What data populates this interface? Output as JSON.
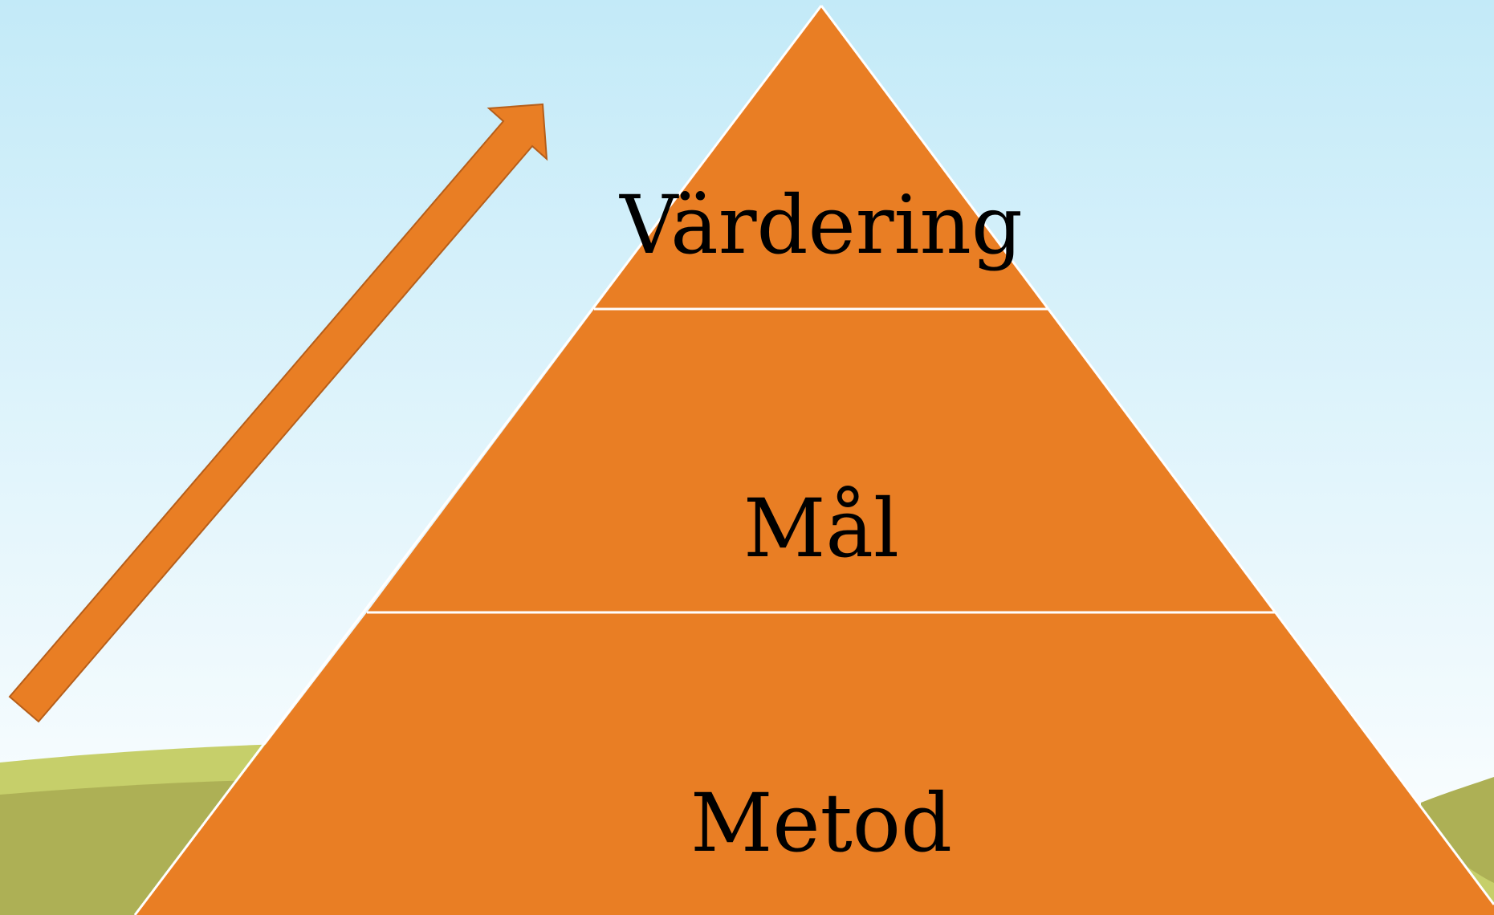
{
  "colors": {
    "sky_top": "#c3eaf8",
    "sky_bottom": "#ffffff",
    "hill_light": "#c6cf6a",
    "hill_dark": "#adb055",
    "pyramid_fill": "#e97e24",
    "divider": "#ffffff",
    "arrow_fill": "#e97e24",
    "arrow_stroke": "#b65e1a"
  },
  "pyramid": {
    "tiers": [
      {
        "label": "Värdering"
      },
      {
        "label": "Mål"
      },
      {
        "label": "Metod"
      }
    ]
  },
  "arrow": {
    "direction": "up-right"
  }
}
